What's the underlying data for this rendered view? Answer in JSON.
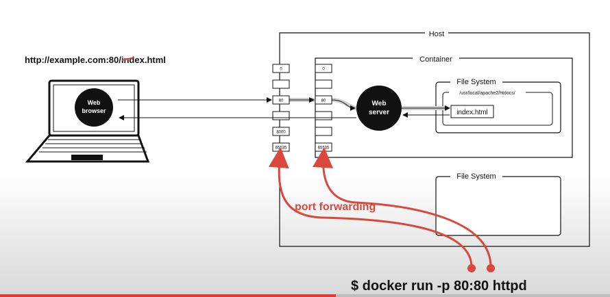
{
  "url": {
    "prefix": "http://example.com:",
    "port": "80",
    "suffix": "/index.html"
  },
  "laptop": {
    "label_line1": "Web",
    "label_line2": "browser"
  },
  "host": {
    "title": "Host",
    "ports": [
      "0",
      "",
      "80",
      "",
      "8000",
      "65535"
    ]
  },
  "container": {
    "title": "Container",
    "ports": [
      "0",
      "",
      "80",
      "",
      "",
      "65535"
    ]
  },
  "web_server": {
    "line1": "Web",
    "line2": "server"
  },
  "fs_container": {
    "title": "File System",
    "path": "/usr/local/apache2/htdocs/",
    "file": "index.html"
  },
  "fs_host": {
    "title": "File System"
  },
  "annotation": {
    "port_forwarding": "port forwarding",
    "command": "$ docker run -p 80:80 httpd"
  },
  "colors": {
    "accent": "#d9483b",
    "stroke": "#111111",
    "gray_flow": "#cfcfcf"
  },
  "video": {
    "progress": 0.55
  }
}
